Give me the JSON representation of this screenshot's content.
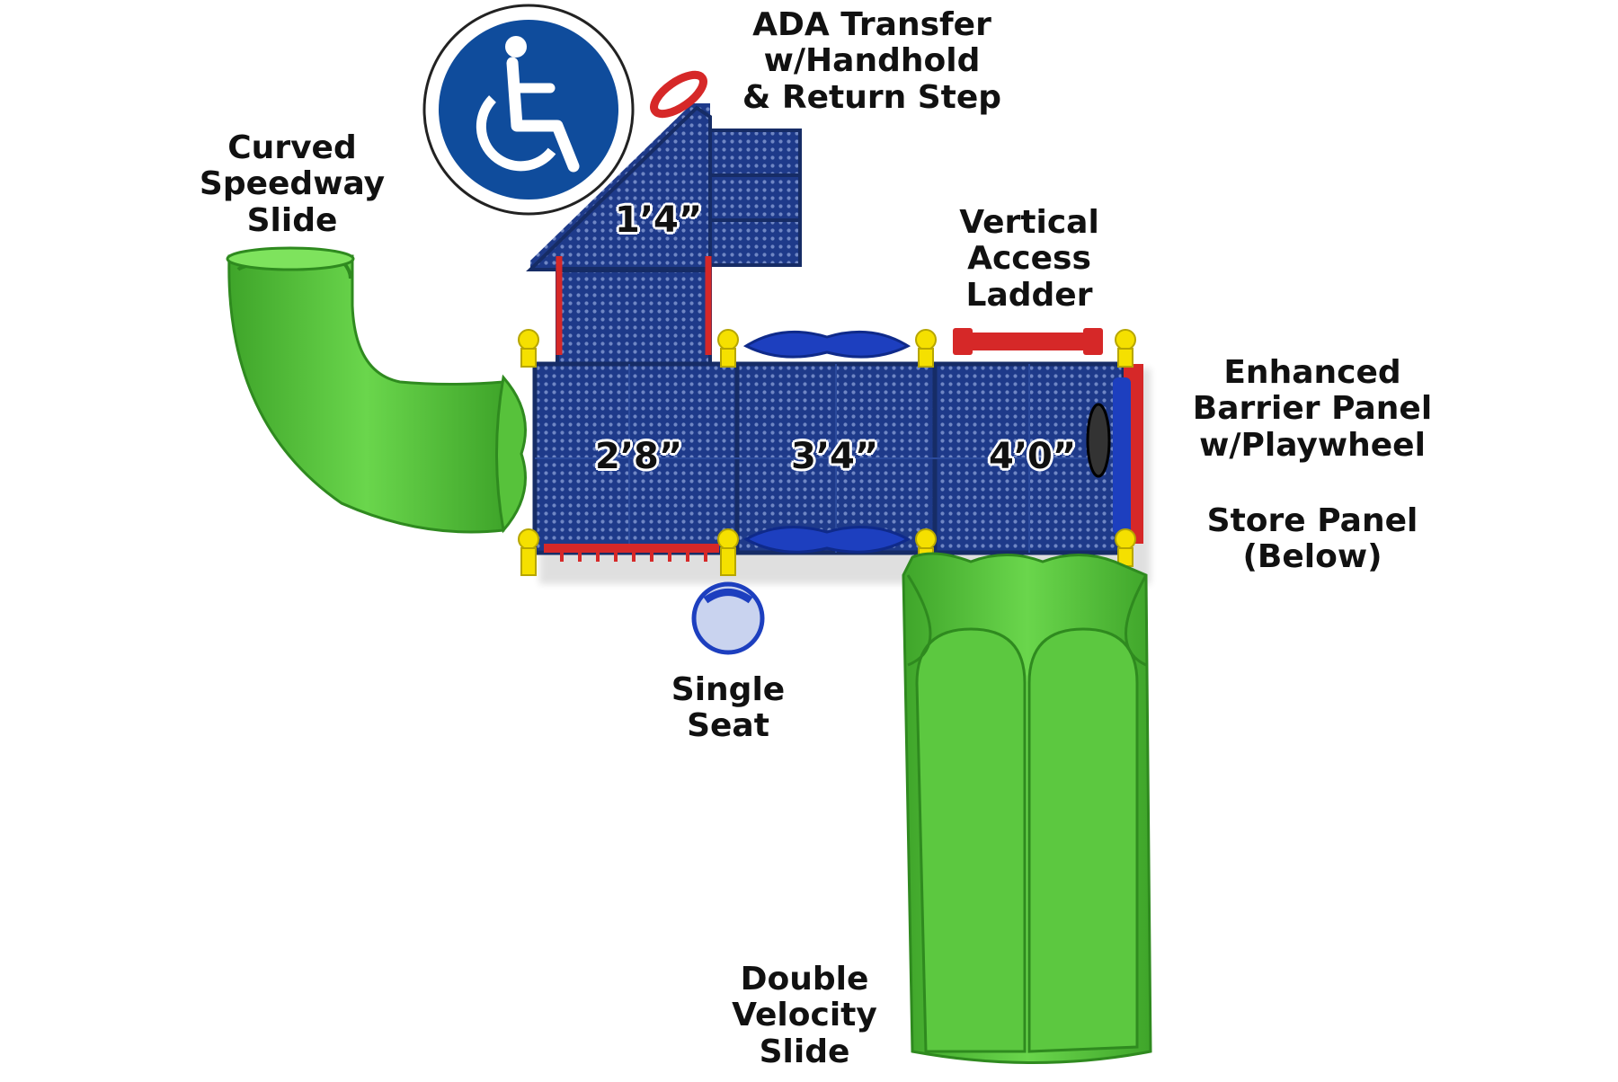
{
  "labels": {
    "ada_transfer": [
      "ADA Transfer",
      "w/Handhold",
      "& Return Step"
    ],
    "curved_slide": [
      "Curved",
      "Speedway",
      "Slide"
    ],
    "vertical_ladder": [
      "Vertical",
      "Access",
      "Ladder"
    ],
    "barrier_panel": [
      "Enhanced",
      "Barrier Panel",
      "w/Playwheel"
    ],
    "store_panel": [
      "Store Panel",
      "(Below)"
    ],
    "single_seat": [
      "Single",
      "Seat"
    ],
    "double_slide": [
      "Double",
      "Velocity",
      "Slide"
    ]
  },
  "dimensions": {
    "transfer_deck": "1’4”",
    "deck_left": "2’8”",
    "deck_middle": "3’4”",
    "deck_right": "4’0”"
  },
  "icons": {
    "accessibility": "wheelchair-icon"
  },
  "colors": {
    "deck_blue": "#1e3a8a",
    "slide_green": "#5cc840",
    "rail_red": "#d62828",
    "post_yellow": "#f5e000",
    "accent_blue": "#1d3fbf",
    "ada_blue": "#0f4c9c"
  }
}
